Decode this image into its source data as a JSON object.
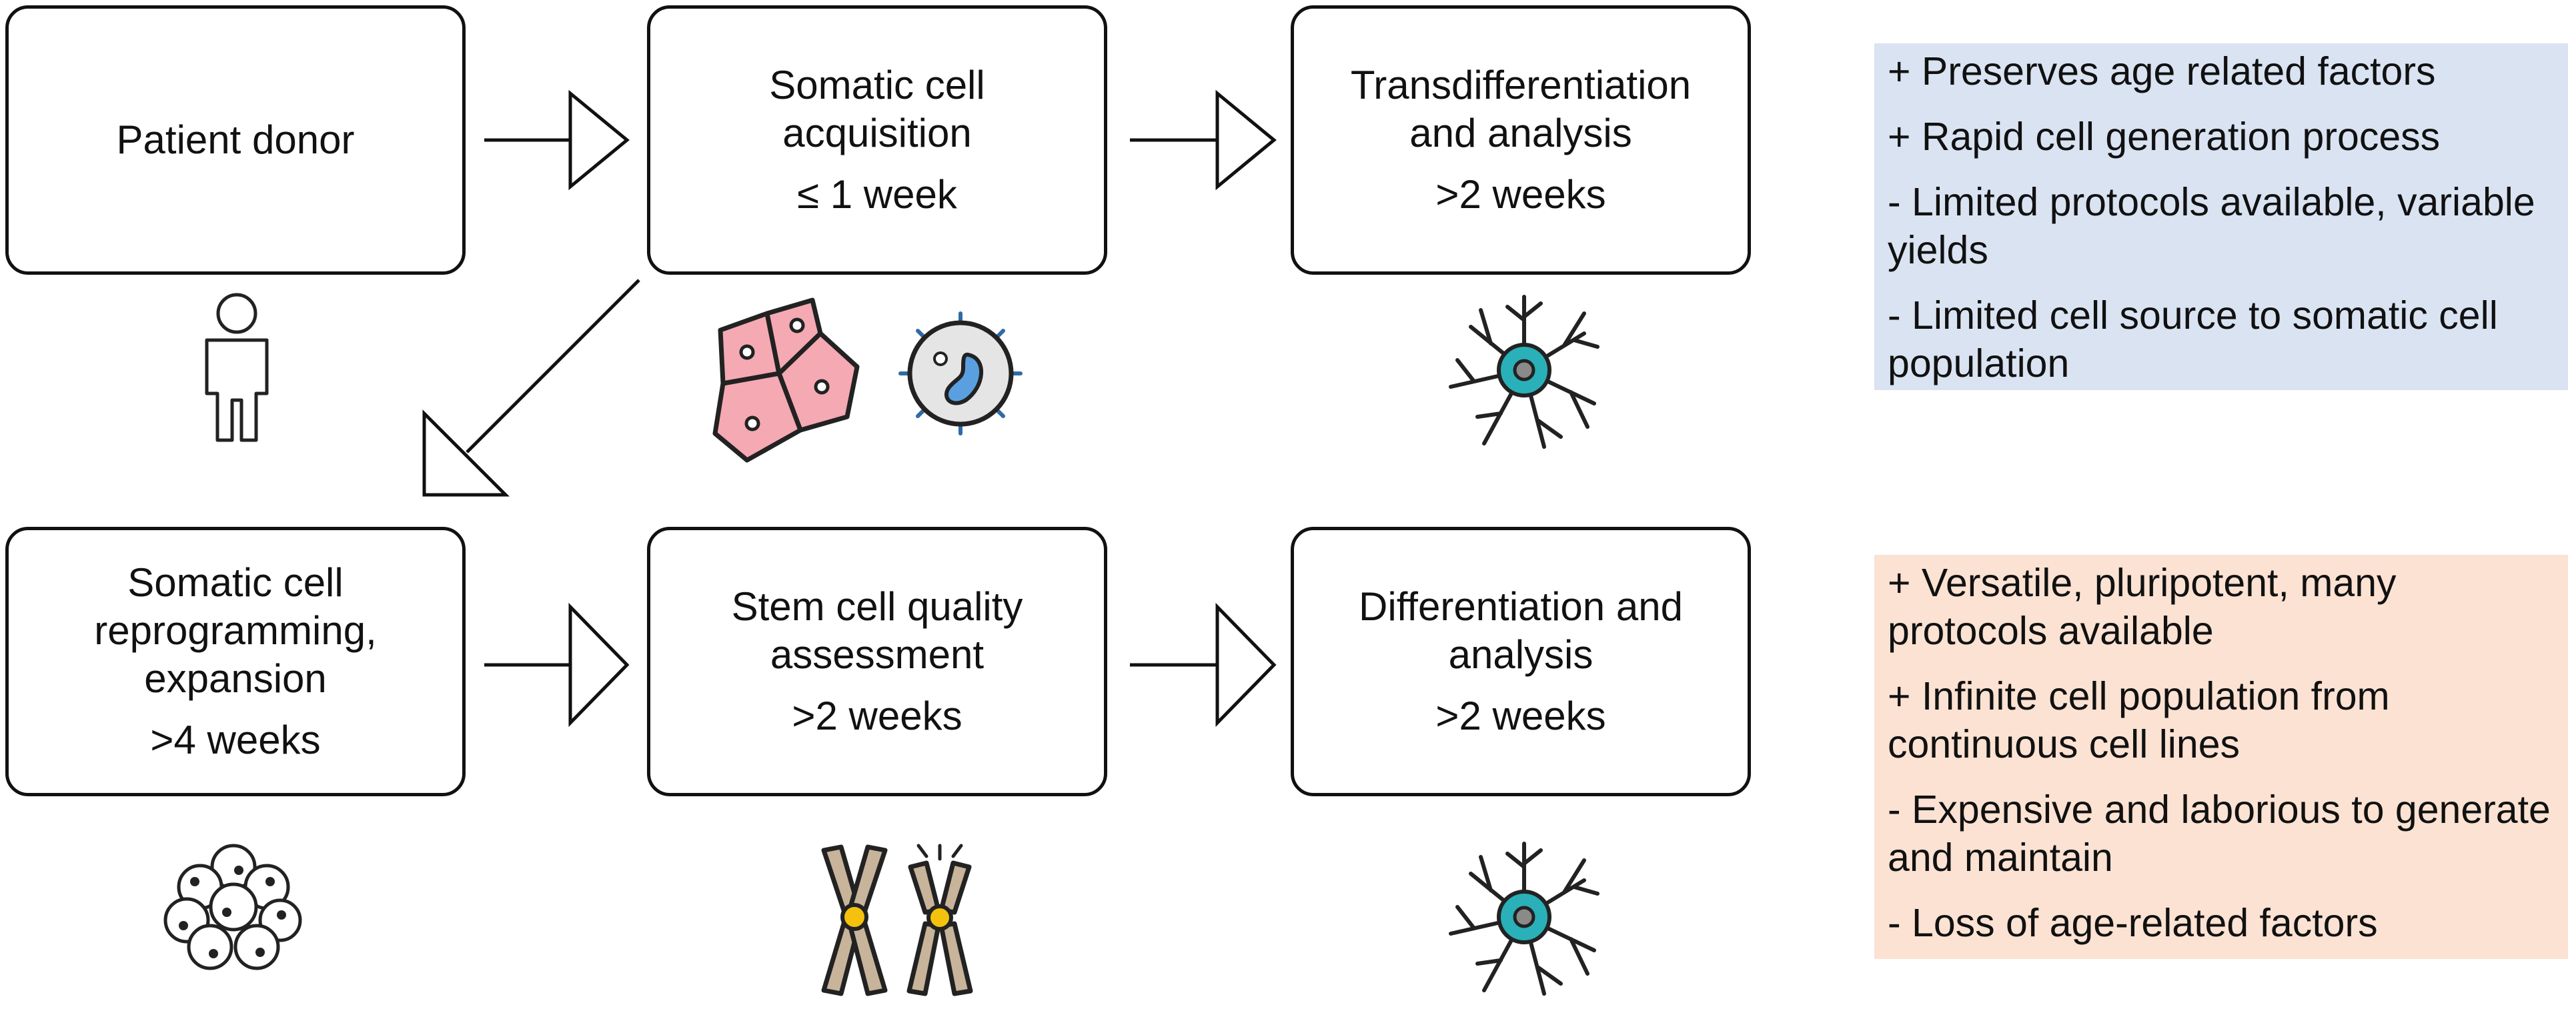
{
  "steps": {
    "donor": {
      "title": "Patient donor",
      "duration": ""
    },
    "acquisition": {
      "title": "Somatic cell\nacquisition",
      "duration": "≤ 1 week"
    },
    "transdiff": {
      "title": "Transdifferentiation\nand analysis",
      "duration": ">2 weeks"
    },
    "reprogramming": {
      "title": "Somatic cell\nreprogramming,\nexpansion",
      "duration": ">4 weeks"
    },
    "quality": {
      "title": "Stem cell quality\nassessment",
      "duration": ">2 weeks"
    },
    "differentiation": {
      "title": "Differentiation and\nanalysis",
      "duration": ">2 weeks"
    }
  },
  "transdiff_notes": [
    "+ Preserves age related factors",
    "+ Rapid cell generation process",
    "- Limited protocols available, variable yields",
    "- Limited cell source to somatic cell population"
  ],
  "ipsc_notes": [
    "+ Versatile, pluripotent, many protocols available",
    "+ Infinite cell population from continuous cell lines",
    "- Expensive and laborious to generate and maintain",
    "- Loss of age-related factors"
  ],
  "icons": [
    "person-icon",
    "epithelial-cells-icon",
    "immune-cell-icon",
    "neuron-icon",
    "stem-cell-cluster-icon",
    "chromosome-icon",
    "neuron-icon"
  ],
  "colors": {
    "pros_cons_blue": "#dae3f2",
    "pros_cons_peach": "#fbe2d3",
    "cell_pink": "#f5a9b3",
    "neuron_teal": "#2ab0b8",
    "chromosome_tan": "#c8b49a",
    "centromere_yellow": "#f4c20d"
  }
}
